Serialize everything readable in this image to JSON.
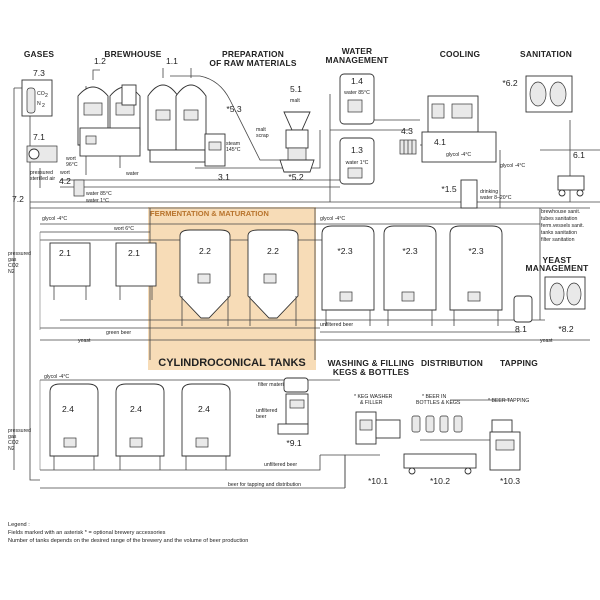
{
  "sections": {
    "gases": "GASES",
    "brewhouse": "BREWHOUSE",
    "prep_line1": "PREPARATION",
    "prep_line2": "OF RAW MATERIALS",
    "water_line1": "WATER",
    "water_line2": "MANAGEMENT",
    "cooling": "COOLING",
    "sanitation": "SANITATION",
    "fermentation": "FERMENTATION & MATURATION",
    "cylindroconical": "CYLINDROCONICAL TANKS",
    "washing_line1": "WASHING & FILLING",
    "washing_line2": "KEGS & BOTTLES",
    "distribution": "DISTRIBUTION",
    "tapping": "TAPPING",
    "yeast_line1": "YEAST",
    "yeast_line2": "MANAGEMENT"
  },
  "units": {
    "u7_3": "7.3",
    "u1_2": "1.2",
    "u1_1": "1.1",
    "u5_3": "*5.3",
    "u5_1": "5.1",
    "u1_4": "1.4",
    "u6_2": "*6.2",
    "u7_1": "7.1",
    "u3_1": "3.1",
    "u5_2": "*5.2",
    "u1_3": "1.3",
    "u4_3": "4.3",
    "u4_1": "4.1",
    "u4_2": "4.2",
    "u1_5": "*1.5",
    "u6_1": "6.1",
    "u7_2": "7.2",
    "u2_1a": "2.1",
    "u2_1b": "2.1",
    "u2_2a": "2.2",
    "u2_2b": "2.2",
    "u2_3a": "*2.3",
    "u2_3b": "*2.3",
    "u2_3c": "*2.3",
    "u8_1": "8.1",
    "u8_2": "*8.2",
    "u2_4a": "2.4",
    "u2_4b": "2.4",
    "u2_4c": "2.4",
    "u9_1": "*9.1",
    "u10_1": "*10.1",
    "u10_2": "*10.2",
    "u10_3": "*10.3"
  },
  "labels": {
    "co2": "CO",
    "co2_sub": "2",
    "n2": "N",
    "n2_sub": "2",
    "malt": "malt",
    "steam_line1": "steam",
    "steam_line2": "145°C",
    "malt_scrap_line1": "malt",
    "malt_scrap_line2": "scrap",
    "water85_tank": "water 85°C",
    "water1_tank": "water 1°C",
    "wort_line1": "wort",
    "wort_line2": "96°C",
    "wort": "wort",
    "wort_6c": "wort 6°C",
    "water": "water",
    "water85": "water 85°C",
    "water1": "water 1°C",
    "glycol_cooler": "glycol -4°C",
    "glycol_right": "glycol -4°C",
    "glycol_left": "glycol -4°C",
    "glycol_mid": "glycol -4°C",
    "glycol_lower": "glycol -4°C",
    "drinking_water_line1": "drinking",
    "drinking_water_line2": "water 8–20°C",
    "pressured_air_line1": "pressured",
    "pressured_air_line2": "sterilled air",
    "pressured_gas_1": [
      "pressured",
      "gas",
      "CO2",
      "N2"
    ],
    "pressured_gas_2": [
      "pressured",
      "gas",
      "CO2",
      "N2"
    ],
    "green_beer": "green beer",
    "yeast_left": "yeast",
    "yeast_right": "yeast",
    "unfiltered_beer_top": "unfiltered beer",
    "unfiltered_beer_bottom": "unfiltered beer",
    "unfiltered_beer_filter_line1": "unfiltered",
    "unfiltered_beer_filter_line2": "beer",
    "filter_material": "filter material",
    "beer_for_tapping": "beer for tapping and distribution",
    "keg_washer_line1": "* KEG WASHER",
    "keg_washer_line2": "& FILLER",
    "beer_bottles_line1": "* BEER IN",
    "beer_bottles_line2": "BOTTLES & KEGS",
    "beer_tapping": "* BEER TAPPING",
    "sanitation_list": [
      "brewhouse sanit.",
      "tubes sanitation",
      "ferm.vessels sanit.",
      "tanks sanitation",
      "filter sanitation"
    ]
  },
  "legend": {
    "title": "Legend :",
    "line1": "Fields marked with an asterisk * = optional brewery accessories",
    "line2": "Number of tanks depends on the desired range of the brewery and the volume of beer production"
  },
  "colors": {
    "highlight": "#f7dcb7",
    "highlight_text": "#b8742d",
    "line": "#444444"
  }
}
